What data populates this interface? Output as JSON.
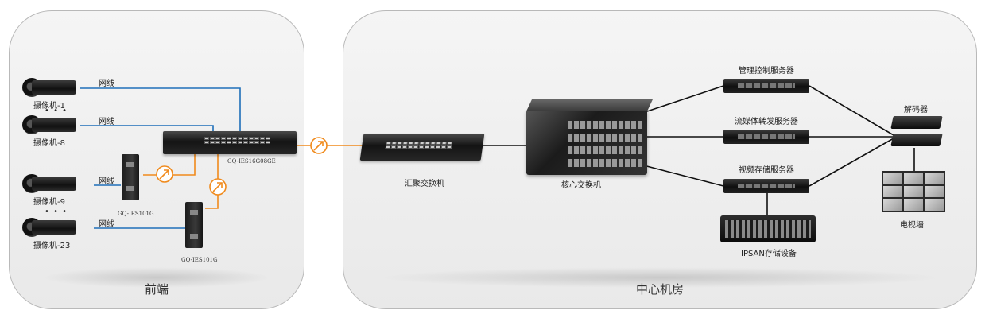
{
  "panels": {
    "front": "前端",
    "center": "中心机房"
  },
  "cameras": [
    {
      "label": "摄像机-1"
    },
    {
      "label": "摄像机-8"
    },
    {
      "label": "摄像机-9"
    },
    {
      "label": "摄像机-23"
    }
  ],
  "ellipsis": "• • •",
  "cable_label": "网线",
  "devices": {
    "poe_switch": "GQ-IES16G08GE",
    "ind_switch_1": "GQ-IES101G",
    "ind_switch_2": "GQ-IES101G",
    "aggregation_switch": "汇聚交换机",
    "core_switch": "核心交换机",
    "mgmt_server": "管理控制服务器",
    "stream_server": "流媒体转发服务器",
    "storage_server": "视频存储服务器",
    "ipsan": "IPSAN存储设备",
    "decoder": "解码器",
    "tv_wall": "电视墙"
  },
  "colors": {
    "network_cable": "#1f6fb9",
    "fiber": "#f08a1c",
    "link": "#111111"
  },
  "icons": {
    "fiber_link": "fiber-link-icon"
  }
}
